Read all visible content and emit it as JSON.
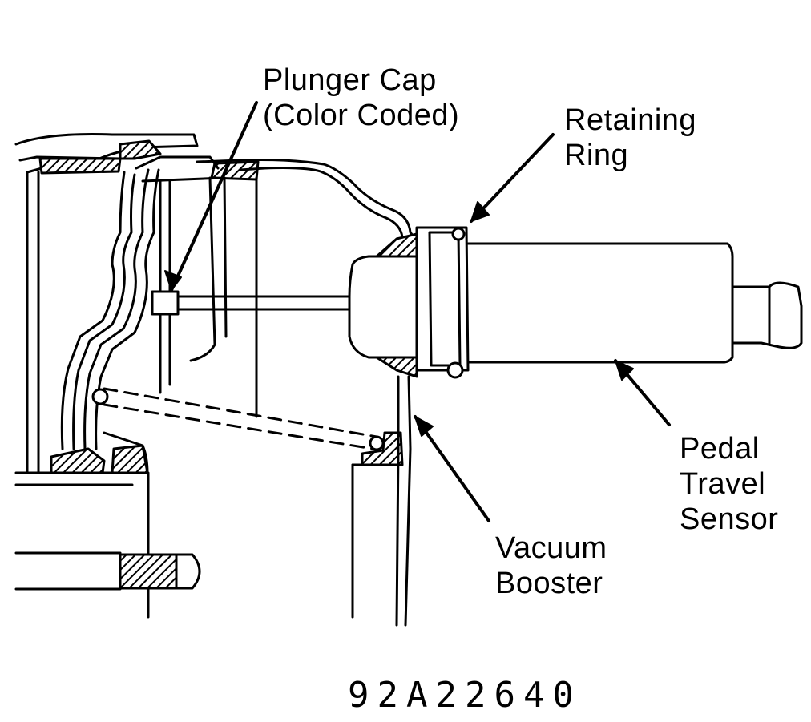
{
  "labels": {
    "plunger_cap_line1": "Plunger Cap",
    "plunger_cap_line2": "(Color Coded)",
    "retaining_ring_line1": "Retaining",
    "retaining_ring_line2": "Ring",
    "pedal_travel_sensor_line1": "Pedal",
    "pedal_travel_sensor_line2": "Travel",
    "pedal_travel_sensor_line3": "Sensor",
    "vacuum_booster_line1": "Vacuum",
    "vacuum_booster_line2": "Booster"
  },
  "figure_code": "92A22640",
  "colors": {
    "ink": "#000000",
    "paper": "#ffffff"
  }
}
